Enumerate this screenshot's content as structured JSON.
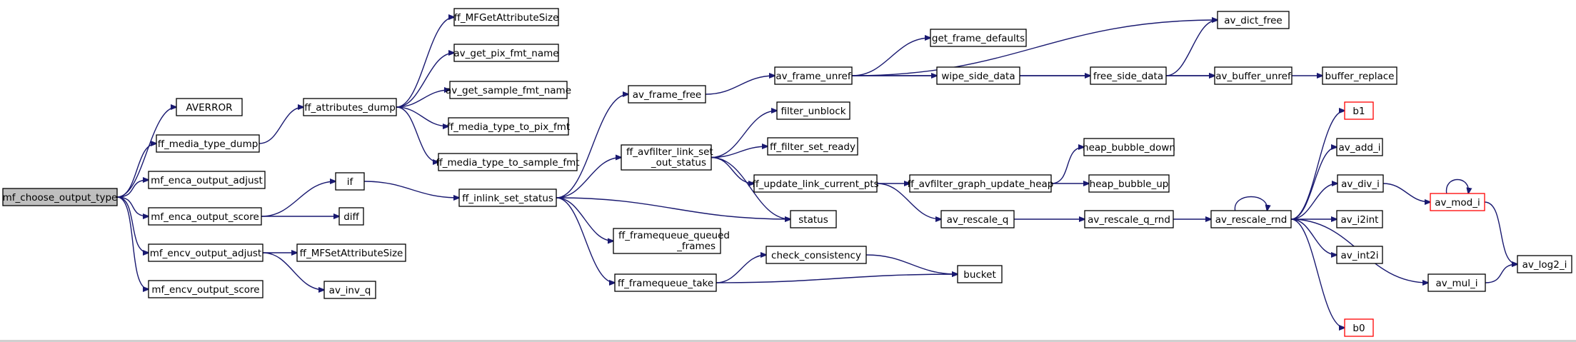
{
  "nodes": [
    {
      "id": "root",
      "label": "mf_choose_output_type",
      "root": true
    },
    {
      "id": "averror",
      "label": "AVERROR"
    },
    {
      "id": "media_dump",
      "label": "ff_media_type_dump"
    },
    {
      "id": "enca_adjust",
      "label": "mf_enca_output_adjust"
    },
    {
      "id": "enca_score",
      "label": "mf_enca_output_score"
    },
    {
      "id": "encv_adjust",
      "label": "mf_encv_output_adjust"
    },
    {
      "id": "encv_score",
      "label": "mf_encv_output_score"
    },
    {
      "id": "attr_dump",
      "label": "ff_attributes_dump"
    },
    {
      "id": "if",
      "label": "if"
    },
    {
      "id": "diff",
      "label": "diff"
    },
    {
      "id": "mfset",
      "label": "ff_MFSetAttributeSize"
    },
    {
      "id": "inv_q",
      "label": "av_inv_q"
    },
    {
      "id": "mfget",
      "label": "ff_MFGetAttributeSize"
    },
    {
      "id": "pix_fmt_name",
      "label": "av_get_pix_fmt_name"
    },
    {
      "id": "sample_fmt_name",
      "label": "av_get_sample_fmt_name"
    },
    {
      "id": "to_pix_fmt",
      "label": "ff_media_type_to_pix_fmt"
    },
    {
      "id": "to_sample_fmt",
      "label": "ff_media_type_to_sample_fmt"
    },
    {
      "id": "inlink",
      "label": "ff_inlink_set_status"
    },
    {
      "id": "frame_free",
      "label": "av_frame_free"
    },
    {
      "id": "link_set",
      "label": [
        "ff_avfilter_link_set",
        "_out_status"
      ]
    },
    {
      "id": "fq_queued",
      "label": [
        "ff_framequeue_queued",
        "_frames"
      ]
    },
    {
      "id": "fq_take",
      "label": "ff_framequeue_take"
    },
    {
      "id": "frame_unref",
      "label": "av_frame_unref"
    },
    {
      "id": "filter_unblock",
      "label": "filter_unblock"
    },
    {
      "id": "filter_ready",
      "label": "ff_filter_set_ready"
    },
    {
      "id": "update_pts",
      "label": "ff_update_link_current_pts"
    },
    {
      "id": "status",
      "label": "status"
    },
    {
      "id": "check",
      "label": "check_consistency"
    },
    {
      "id": "bucket",
      "label": "bucket"
    },
    {
      "id": "get_defaults",
      "label": "get_frame_defaults"
    },
    {
      "id": "wipe",
      "label": "wipe_side_data"
    },
    {
      "id": "graph_heap",
      "label": "ff_avfilter_graph_update_heap"
    },
    {
      "id": "rescale_q",
      "label": "av_rescale_q"
    },
    {
      "id": "dict_free",
      "label": "av_dict_free"
    },
    {
      "id": "free_side",
      "label": "free_side_data"
    },
    {
      "id": "heap_down",
      "label": "heap_bubble_down"
    },
    {
      "id": "heap_up",
      "label": "heap_bubble_up"
    },
    {
      "id": "rescale_q_rnd",
      "label": "av_rescale_q_rnd"
    },
    {
      "id": "buffer_unref",
      "label": "av_buffer_unref"
    },
    {
      "id": "rescale_rnd",
      "label": "av_rescale_rnd"
    },
    {
      "id": "buffer_replace",
      "label": "buffer_replace"
    },
    {
      "id": "b1",
      "label": "b1",
      "red": true
    },
    {
      "id": "add_i",
      "label": "av_add_i"
    },
    {
      "id": "div_i",
      "label": "av_div_i"
    },
    {
      "id": "i2int",
      "label": "av_i2int"
    },
    {
      "id": "int2i",
      "label": "av_int2i"
    },
    {
      "id": "b0",
      "label": "b0",
      "red": true
    },
    {
      "id": "mod_i",
      "label": "av_mod_i",
      "red": true
    },
    {
      "id": "mul_i",
      "label": "av_mul_i"
    },
    {
      "id": "log2_i",
      "label": "av_log2_i"
    }
  ],
  "edges": [
    [
      "root",
      "averror"
    ],
    [
      "root",
      "media_dump"
    ],
    [
      "root",
      "enca_adjust"
    ],
    [
      "root",
      "enca_score"
    ],
    [
      "root",
      "encv_adjust"
    ],
    [
      "root",
      "encv_score"
    ],
    [
      "media_dump",
      "attr_dump"
    ],
    [
      "enca_score",
      "if"
    ],
    [
      "enca_score",
      "diff"
    ],
    [
      "encv_adjust",
      "mfset"
    ],
    [
      "encv_adjust",
      "inv_q"
    ],
    [
      "attr_dump",
      "mfget"
    ],
    [
      "attr_dump",
      "pix_fmt_name"
    ],
    [
      "attr_dump",
      "sample_fmt_name"
    ],
    [
      "attr_dump",
      "to_pix_fmt"
    ],
    [
      "attr_dump",
      "to_sample_fmt"
    ],
    [
      "if",
      "inlink"
    ],
    [
      "inlink",
      "frame_free"
    ],
    [
      "inlink",
      "link_set"
    ],
    [
      "inlink",
      "fq_queued"
    ],
    [
      "inlink",
      "fq_take"
    ],
    [
      "inlink",
      "status"
    ],
    [
      "frame_free",
      "frame_unref"
    ],
    [
      "link_set",
      "filter_unblock"
    ],
    [
      "link_set",
      "filter_ready"
    ],
    [
      "link_set",
      "update_pts"
    ],
    [
      "link_set",
      "status"
    ],
    [
      "fq_take",
      "check"
    ],
    [
      "fq_take",
      "bucket"
    ],
    [
      "check",
      "bucket"
    ],
    [
      "frame_unref",
      "dict_free"
    ],
    [
      "frame_unref",
      "get_defaults"
    ],
    [
      "frame_unref",
      "wipe"
    ],
    [
      "frame_unref",
      "buffer_unref"
    ],
    [
      "wipe",
      "free_side"
    ],
    [
      "free_side",
      "dict_free"
    ],
    [
      "free_side",
      "buffer_unref"
    ],
    [
      "buffer_unref",
      "buffer_replace"
    ],
    [
      "update_pts",
      "graph_heap"
    ],
    [
      "update_pts",
      "rescale_q"
    ],
    [
      "graph_heap",
      "heap_down"
    ],
    [
      "graph_heap",
      "heap_up"
    ],
    [
      "rescale_q",
      "rescale_q_rnd"
    ],
    [
      "rescale_q_rnd",
      "rescale_rnd"
    ],
    [
      "rescale_rnd",
      "rescale_rnd"
    ],
    [
      "rescale_rnd",
      "b1"
    ],
    [
      "rescale_rnd",
      "add_i"
    ],
    [
      "rescale_rnd",
      "div_i"
    ],
    [
      "rescale_rnd",
      "i2int"
    ],
    [
      "rescale_rnd",
      "int2i"
    ],
    [
      "rescale_rnd",
      "mul_i"
    ],
    [
      "rescale_rnd",
      "b0"
    ],
    [
      "div_i",
      "mod_i"
    ],
    [
      "mod_i",
      "mod_i"
    ],
    [
      "mod_i",
      "log2_i"
    ],
    [
      "mul_i",
      "log2_i"
    ]
  ]
}
